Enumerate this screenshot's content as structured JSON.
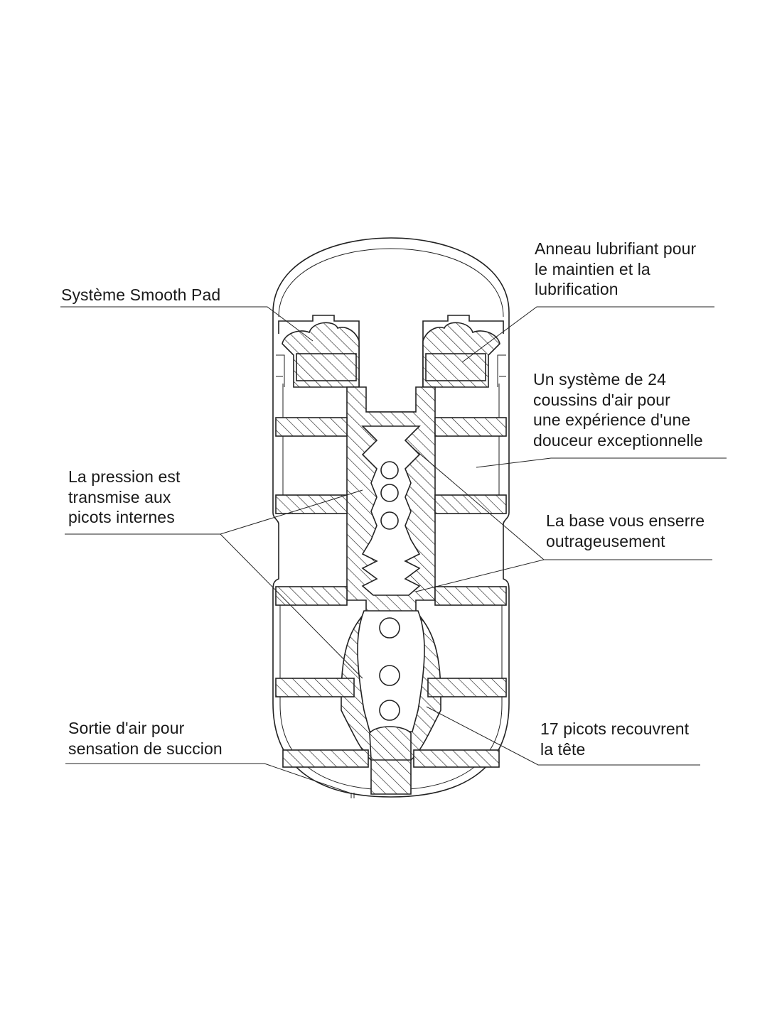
{
  "labels": {
    "smooth_pad": [
      "Système Smooth Pad"
    ],
    "ring": [
      "Anneau lubrifiant pour",
      "le maintien et la",
      "lubrification"
    ],
    "cushions": [
      "Un système de 24",
      "coussins d'air pour",
      "une expérience d'une",
      "douceur exceptionnelle"
    ],
    "pressure": [
      "La pression est",
      "transmise aux",
      "picots internes"
    ],
    "base": [
      "La base vous enserre",
      "outrageusement"
    ],
    "air_outlet": [
      "Sortie d'air pour",
      "sensation de succion"
    ],
    "picots": [
      "17 picots recouvrent",
      "la tête"
    ]
  },
  "colors": {
    "line": "#222222",
    "text": "#1a1a1a",
    "background": "#ffffff"
  }
}
